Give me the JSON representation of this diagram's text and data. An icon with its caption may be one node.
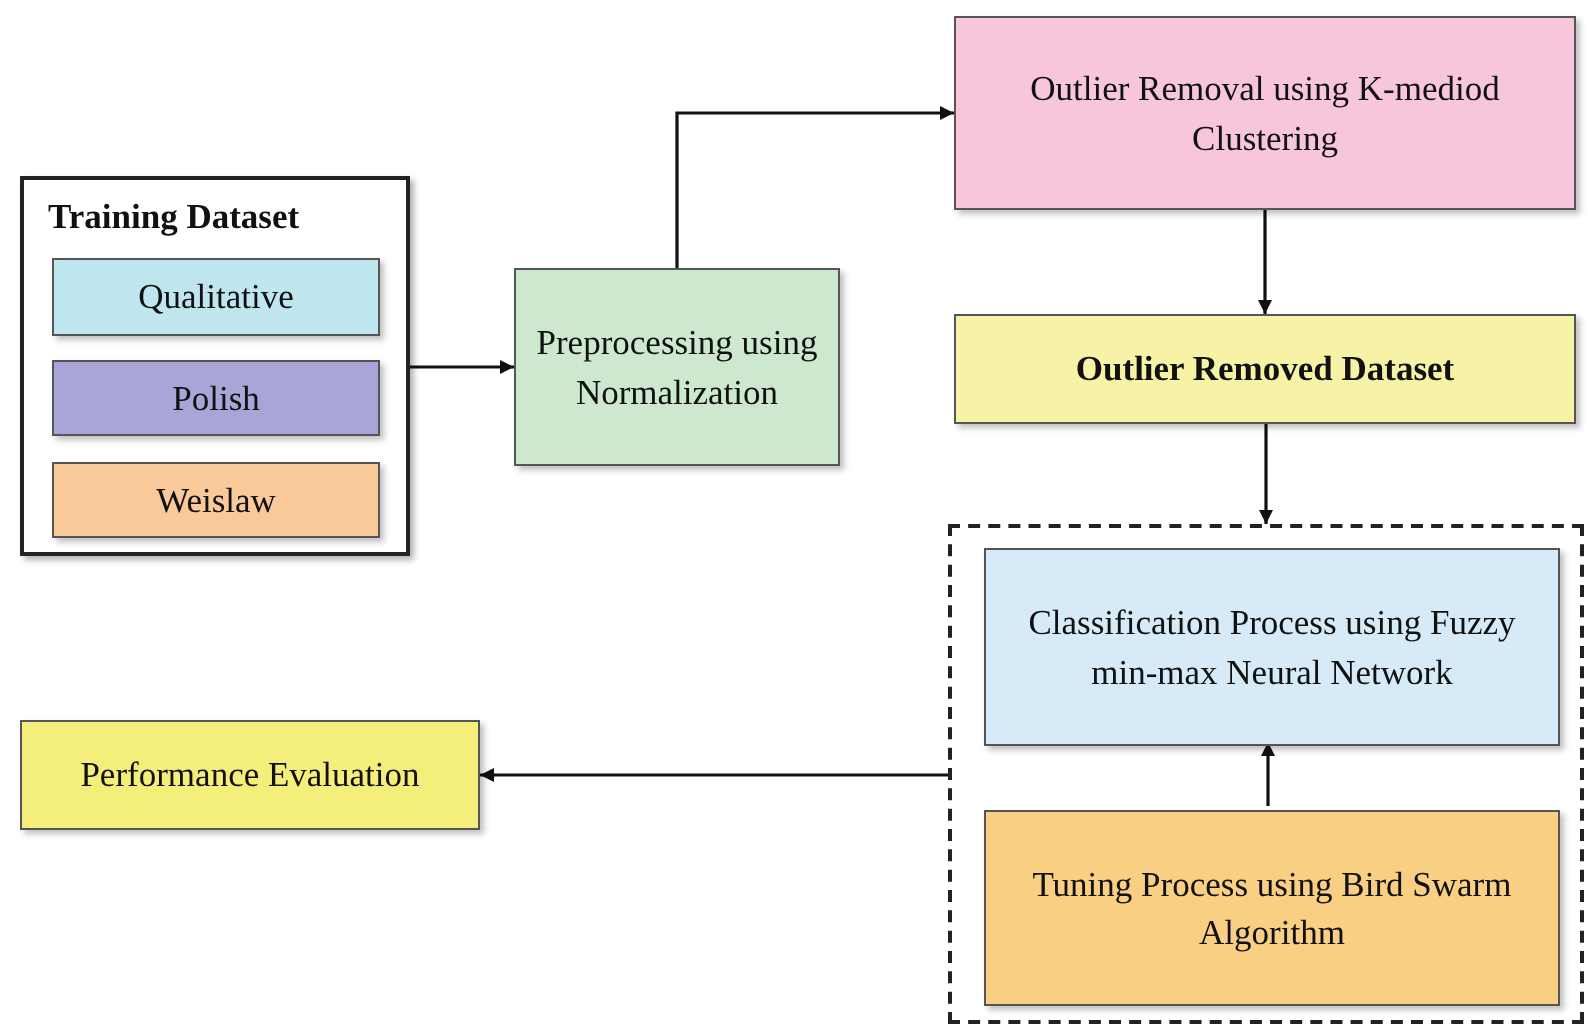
{
  "diagram": {
    "nodes": [
      {
        "text": [
          "Training Dataset"
        ]
      },
      {
        "text": [
          "Qualitative"
        ],
        "in": 0
      },
      {
        "text": [
          "Polish"
        ],
        "in": 0
      },
      {
        "text": [
          "Weislaw"
        ],
        "in": 0
      },
      {
        "text": [
          "Preprocessing using Normalization"
        ]
      },
      {
        "text": [
          "Outlier Removal using K-mediod Clustering"
        ]
      },
      {
        "text": [
          "Outlier Removed Dataset"
        ]
      },
      {
        "text": [],
        "shape": "box"
      },
      {
        "text": [
          "Classification Process using Fuzzy min-max Neural Network"
        ],
        "in": 7
      },
      {
        "text": [
          "Tuning Process using Bird Swarm Algorithm"
        ],
        "in": 7
      },
      {
        "text": [
          "Performance Evaluation"
        ]
      }
    ],
    "edges": [
      {
        "from": 0,
        "to": 4,
        "arrow": "to"
      },
      {
        "from": 4,
        "to": 5,
        "arrow": "to"
      },
      {
        "from": 5,
        "to": 6,
        "arrow": "to"
      },
      {
        "from": 6,
        "to": 7,
        "arrow": "to"
      },
      {
        "from": 9,
        "to": 8,
        "arrow": "to"
      },
      {
        "from": 7,
        "to": 10,
        "arrow": "to"
      }
    ]
  }
}
